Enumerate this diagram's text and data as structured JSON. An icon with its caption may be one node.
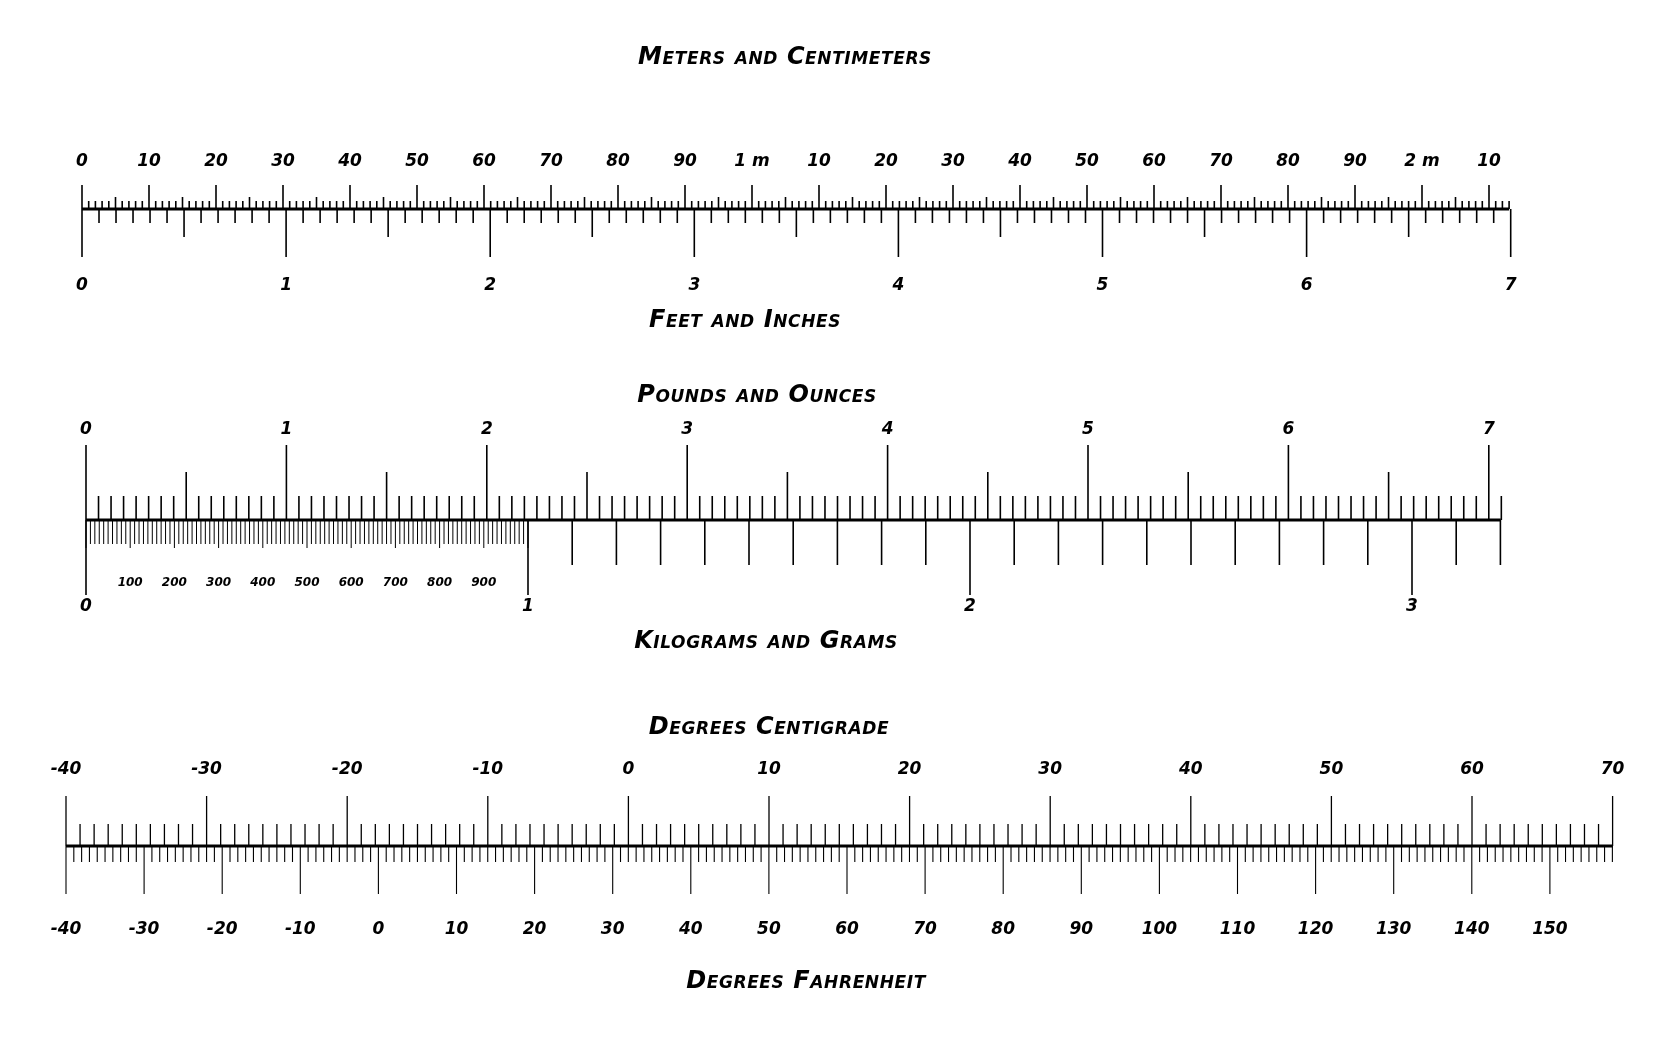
{
  "diagram": {
    "labels": [
      "Meters and Centimeters",
      "0",
      "10",
      "20",
      "30",
      "40",
      "50",
      "60",
      "70",
      "80",
      "90",
      "1 m",
      "10",
      "20",
      "30",
      "40",
      "50",
      "60",
      "70",
      "80",
      "90",
      "2 m",
      "10",
      "0",
      "1",
      "2",
      "3",
      "4",
      "5",
      "6",
      "7",
      "Feet and Inches",
      "Pounds and Ounces",
      "0",
      "1",
      "2",
      "3",
      "4",
      "5",
      "6",
      "7",
      "0",
      "100",
      "200",
      "300",
      "400",
      "500",
      "600",
      "700",
      "800",
      "900",
      "1",
      "2",
      "3",
      "Kilograms and Grams",
      "Degrees Centigrade",
      "-40",
      "-30",
      "-20",
      "-10",
      "0",
      "10",
      "20",
      "30",
      "40",
      "50",
      "60",
      "70",
      "-40",
      "-30",
      "-20",
      "-10",
      "0",
      "10",
      "20",
      "30",
      "40",
      "50",
      "60",
      "70",
      "80",
      "90",
      "100",
      "110",
      "120",
      "130",
      "140",
      "150",
      "Degrees Fahrenheit"
    ]
  }
}
